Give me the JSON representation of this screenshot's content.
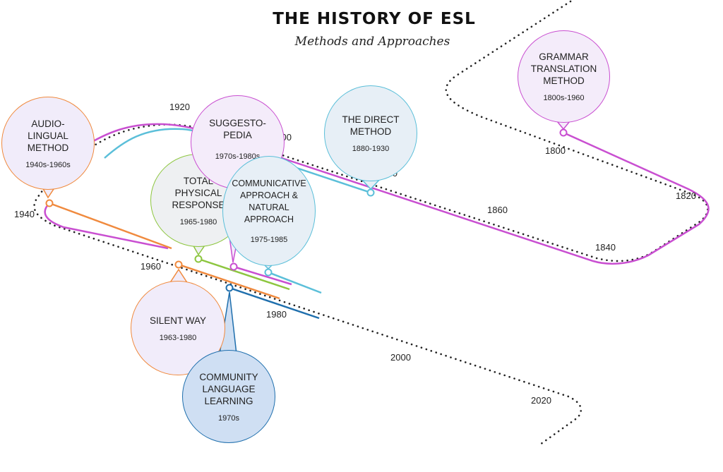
{
  "title": "THE HISTORY OF ESL",
  "subtitle": "Methods and Approaches",
  "years": [
    "1800",
    "1820",
    "1840",
    "1860",
    "1880",
    "1900",
    "1920",
    "1940",
    "1960",
    "1980",
    "2000",
    "2020"
  ],
  "methods": [
    {
      "name": "GRAMMAR\nTRANSLATION\nMETHOD",
      "dates": "1800s-1960",
      "color": "#c94fd1",
      "fill": "#f4ecfa"
    },
    {
      "name": "THE DIRECT\nMETHOD",
      "dates": "1880-1930",
      "color": "#5bbfd9",
      "fill": "#e7eff6"
    },
    {
      "name": "AUDIO-\nLINGUAL\nMETHOD",
      "dates": "1940s-1960s",
      "color": "#f08a3e",
      "fill": "#f1ecfa"
    },
    {
      "name": "SUGGESTO-\nPEDIA",
      "dates": "1970s-1980s",
      "color": "#c94fd1",
      "fill": "#f4ecfa"
    },
    {
      "name": "TOTAL\nPHYSICAL\nRESPONSE",
      "dates": "1965-1980",
      "color": "#8dc63f",
      "fill": "#eef0f2"
    },
    {
      "name": "COMMUNICATIVE\nAPPROACH &\nNATURAL\nAPPROACH",
      "dates": "1975-1985",
      "color": "#5bbfd9",
      "fill": "#e7eff6"
    },
    {
      "name": "SILENT WAY",
      "dates": "1963-1980",
      "color": "#f08a3e",
      "fill": "#f1ecfa"
    },
    {
      "name": "COMMUNITY\nLANGUAGE\nLEARNING",
      "dates": "1970s",
      "color": "#1f6fad",
      "fill": "#cfdff3"
    }
  ]
}
